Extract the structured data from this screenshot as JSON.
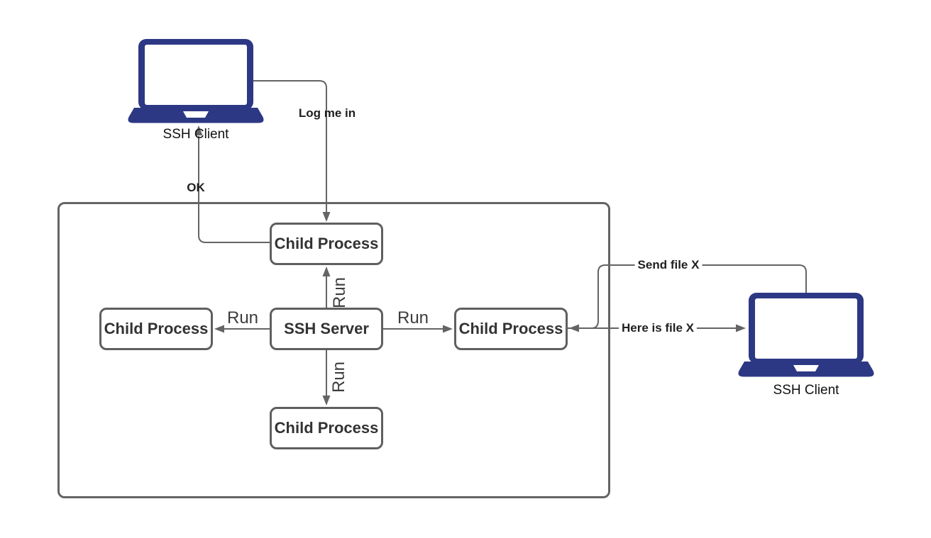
{
  "nodes": {
    "client_top": {
      "label": "SSH Client"
    },
    "client_right": {
      "label": "SSH Client"
    },
    "server": {
      "label": "SSH Server"
    },
    "child_top": {
      "label": "Child Process"
    },
    "child_left": {
      "label": "Child Process"
    },
    "child_right": {
      "label": "Child Process"
    },
    "child_bottom": {
      "label": "Child Process"
    }
  },
  "edges": {
    "log_me_in": {
      "label": "Log me in"
    },
    "ok": {
      "label": "OK"
    },
    "run_top": {
      "label": "Run"
    },
    "run_left": {
      "label": "Run"
    },
    "run_right": {
      "label": "Run"
    },
    "run_bottom": {
      "label": "Run"
    },
    "send_file": {
      "label": "Send file X"
    },
    "here_is_file": {
      "label": "Here is file X"
    }
  },
  "colors": {
    "laptop": "#2d3884",
    "line": "#646464",
    "border": "#5f5f5f",
    "text_dark": "#333333"
  }
}
